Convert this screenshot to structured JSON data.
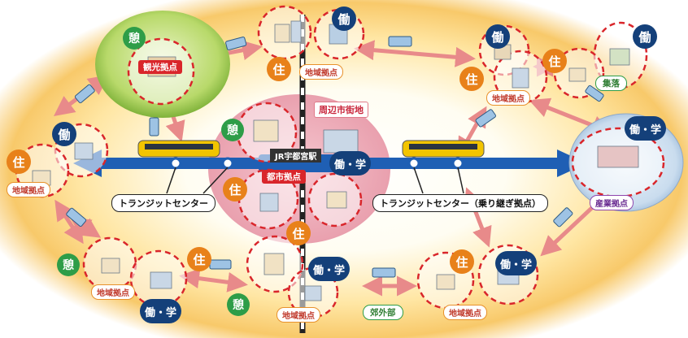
{
  "labels": {
    "kanko": "観光拠点",
    "chiiki_top": "地域拠点",
    "shuhen": "周辺市街地",
    "jr": "JR宇都宮駅",
    "toshi": "都市拠点",
    "chiiki_upper_right": "地域拠点",
    "shuraku": "集落",
    "chiiki_left": "地域拠点",
    "sangyo": "産業拠点",
    "transit_left": "トランジットセンター",
    "transit_right": "トランジットセンター（乗り継ぎ拠点）",
    "chiiki_bottom_left": "地域拠点",
    "chiiki_bottom_mid": "地域拠点",
    "kogai": "郊外部",
    "chiiki_bottom_right": "地域拠点"
  },
  "bubbles": {
    "work": "働",
    "work_study": "働・学",
    "live": "住",
    "rest": "憩"
  },
  "colors": {
    "rail_blue": "#1f5fb4",
    "link_pink": "#e88a8a",
    "dash_red": "#d9262b",
    "work_navy": "#14407a",
    "live_orange": "#e8811a",
    "rest_green": "#2e9d48",
    "tram_yellow": "#f2c400"
  }
}
